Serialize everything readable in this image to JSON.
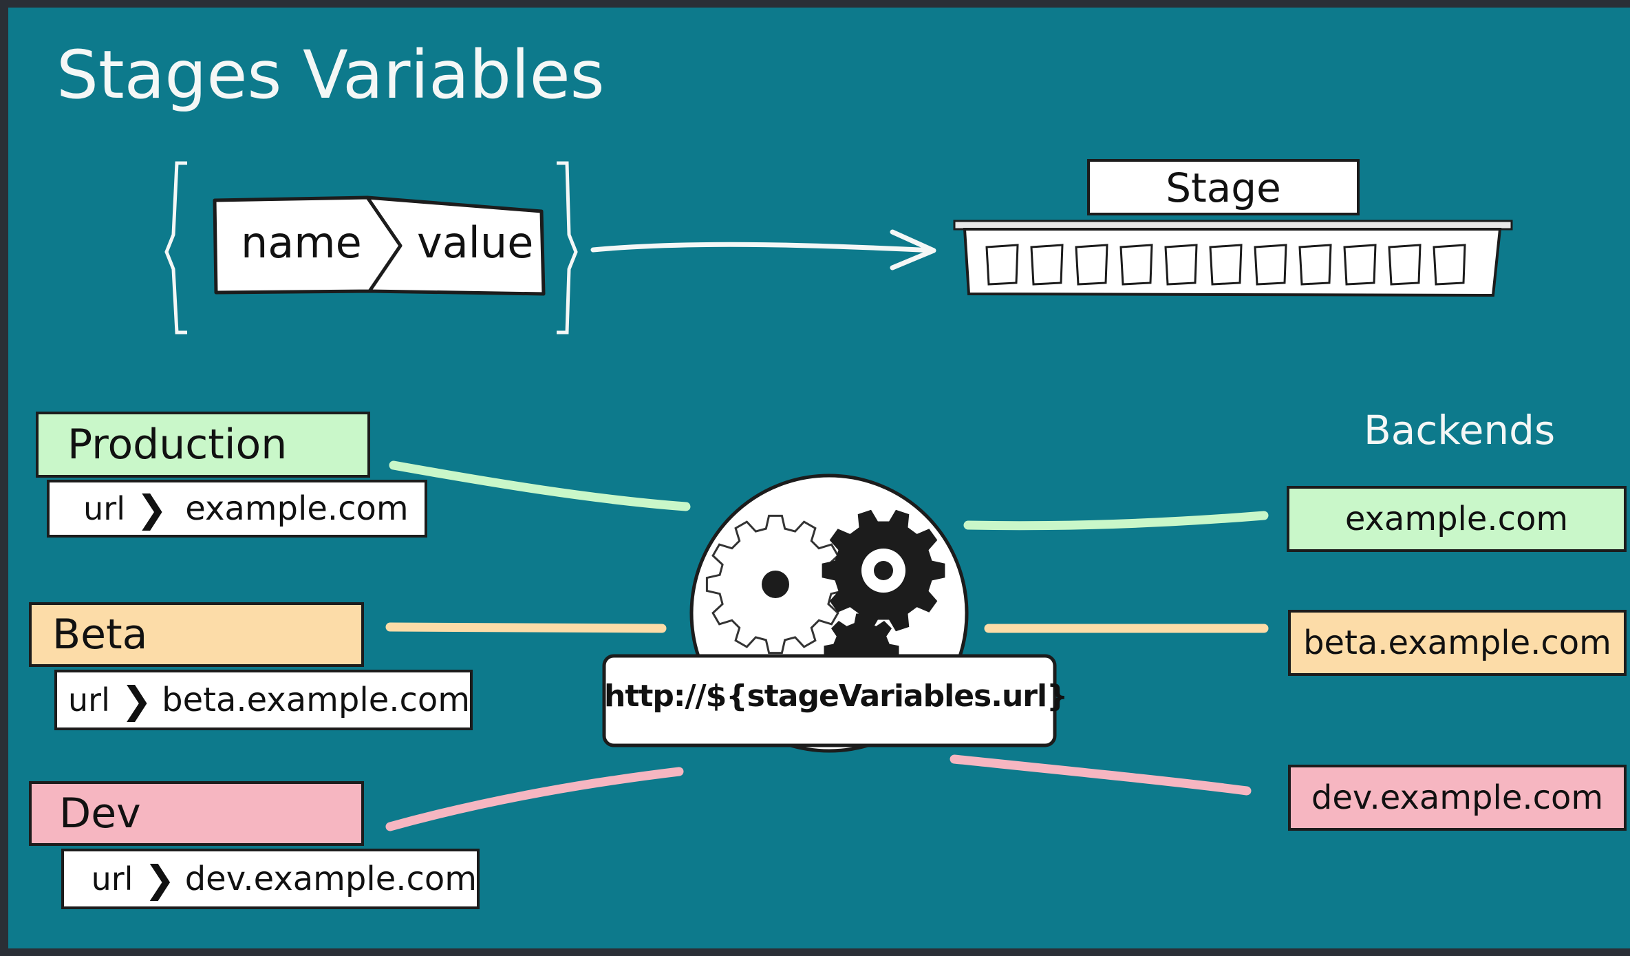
{
  "title": "Stages Variables",
  "concept": {
    "name_label": "name",
    "value_label": "value",
    "stage_label": "Stage"
  },
  "backends_heading": "Backends",
  "expression": "http://${stageVariables.url}",
  "stages": [
    {
      "name": "Production",
      "var": "url",
      "value": "example.com",
      "color": "#c9f7c9"
    },
    {
      "name": "Beta",
      "var": "url",
      "value": "beta.example.com",
      "color": "#fcdca8"
    },
    {
      "name": "Dev",
      "var": "url",
      "value": "dev.example.com",
      "color": "#f6b6c1"
    }
  ],
  "backends": [
    {
      "label": "example.com",
      "color": "#c9f7c9"
    },
    {
      "label": "beta.example.com",
      "color": "#fcdca8"
    },
    {
      "label": "dev.example.com",
      "color": "#f6b6c1"
    }
  ]
}
